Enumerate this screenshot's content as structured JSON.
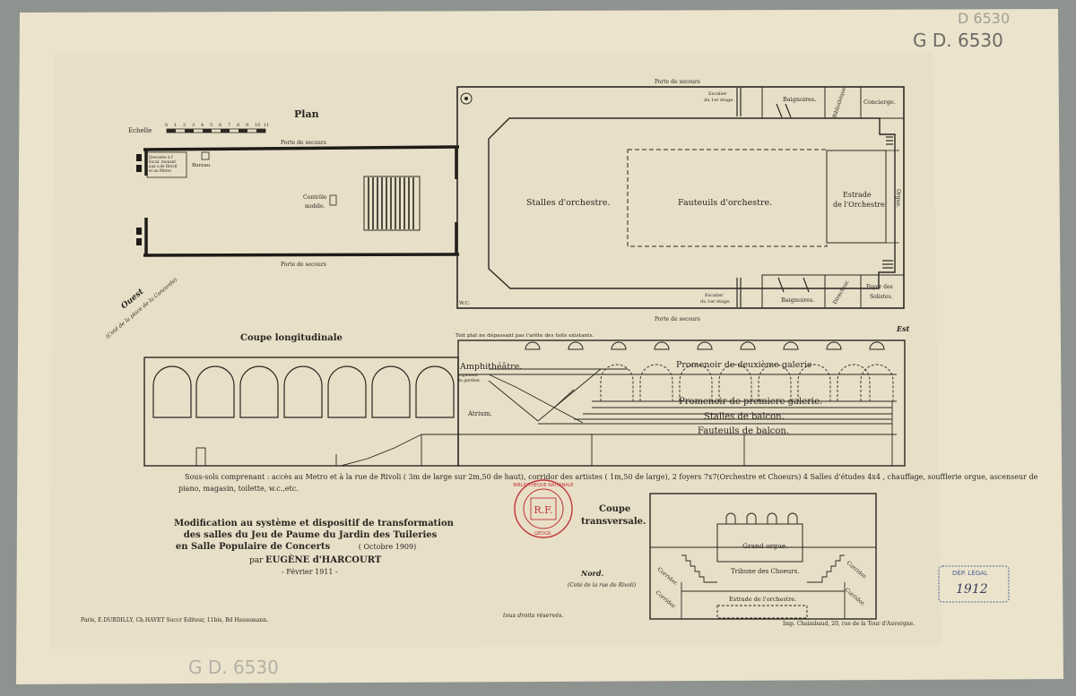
{
  "colors": {
    "paper": "#ebe3cc",
    "ink": "#2b2721",
    "stamp_red": "#c0353a",
    "stamp_blue": "#4a5f93",
    "border": "#8e938f"
  },
  "shelfmarks": {
    "top_pencil": "D 6530",
    "top_ink": "G D. 6530",
    "bottom_pencil": "G D. 6530"
  },
  "plan_small": {
    "title": "Plan",
    "scale_label": "Echelle",
    "scale_ticks": [
      "0",
      "1",
      "2",
      "3",
      "4",
      "5",
      "6",
      "7",
      "8",
      "9",
      "10",
      "11"
    ],
    "porte_top": "Porte de secours",
    "porte_bottom": "Porte de secours",
    "descente_lines": [
      "Descente à l'",
      "Escal. menant",
      "aux s.de Brevil",
      "et au Metro"
    ],
    "bureau": "Bureau",
    "controle_lines": [
      "Contrôle",
      "mobile."
    ]
  },
  "ouest_label": "Ouest",
  "ouest_sub": "(Coté de la place de la Concorde)",
  "est_label": "Est",
  "plan_large": {
    "porte_top": "Porte de secours",
    "porte_bottom": "Porte de secours",
    "escalier_top_lines": [
      "Escalier",
      "du 1er étage."
    ],
    "escalier_bottom_lines": [
      "Escalier",
      "du 1er étage."
    ],
    "baignoires_top": "Baignoires.",
    "baignoires_bottom": "Baignoires.",
    "bibliotheque": "Bibliothèque.",
    "concierge": "Concierge.",
    "stalles": "Stalles d'orchestre.",
    "fauteuils": "Fauteuils d'orchestre.",
    "estrade_lines": [
      "Estrade",
      "de l'Orchestre."
    ],
    "orgue": "Orgue.",
    "wc": "W.C.",
    "directeur": "Directeur.",
    "foyer_lines": [
      "Foyer des",
      "Solistes."
    ]
  },
  "coupe_long": {
    "title": "Coupe longitudinale",
    "toit_note": "Toit plat ne dépassant pas l'arête des toits existants.",
    "amphitheatre": "Amphithéâtre.",
    "logement_lines": [
      "Logement",
      "du gardien."
    ],
    "atrium": "Atrium.",
    "promenoir2": "Promenoir de deuxième galerie",
    "promenoir1": "Promenoir de premiere galerie.",
    "stalles_balcon": "Stalles de balcon.",
    "fauteuils_balcon": "Fauteuils de balcon."
  },
  "sous_sols_lines": [
    "Sous-sols comprenant : accès au Metro et à la rue de Rivoli ( 3m de large sur 2m,50 de haut), corridor des artistes ( 1m,50 de large), 2 foyers  7x7(Orchestre et Choeurs)  4 Salles d'études 4x4 ,  chauffage, soufflerie orgue, ascenseur de",
    "piano, magasin, toilette, w.c.,etc."
  ],
  "main_title_lines": [
    "Modification au système et dispositif de transformation",
    "des salles du Jeu de Paume du Jardin des Tuileries",
    "en Salle Populaire de Concerts"
  ],
  "main_title_date": "( Octobre 1909)",
  "author_prefix": "par",
  "author": "EUGÈNE d'HARCOURT",
  "author_date": "- Février 1911 -",
  "stamp": {
    "top": "BIBLIOTHEQUE NATIONALE",
    "center": "R.F.",
    "bottom": "GÉOGR."
  },
  "coupe_trans": {
    "title_lines": [
      "Coupe",
      "transversale."
    ],
    "nord": "Nord.",
    "nord_sub": "(Coté de la rue de Rivoli)",
    "grand_orgue": "Grand orgue.",
    "tribune": "Tribune des Choeurs.",
    "corridor_tl": "Corridor.",
    "corridor_bl": "Corridor.",
    "corridor_tr": "Corridor.",
    "corridor_br": "Corridor.",
    "estrade": "Estrade de l'orchestre."
  },
  "droits": "tous droits réservés.",
  "publisher": "Paris, E.DURDILLY, Ch.HAYET Succr Editeur, 11bis, Bd Haussmann.",
  "imprimeur": "Imp. Chaimbaud, 20, rue de la Tour d'Auvergne.",
  "legal_stamp": {
    "top": "DÉP. LÉGAL",
    "handwriting": "1912"
  }
}
